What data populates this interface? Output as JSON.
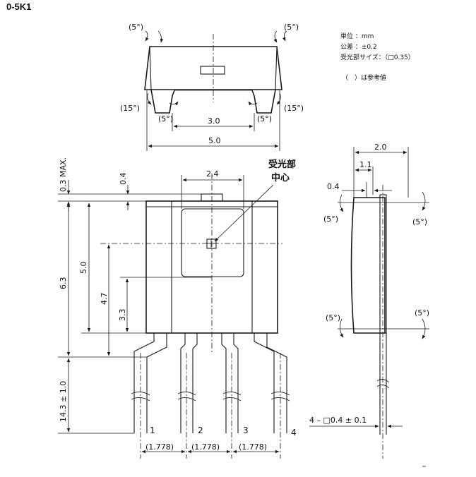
{
  "title": "0-5K1",
  "notes": {
    "unit": "単位 ：mm",
    "tolerance": "公差 ：±0.2",
    "sensor_size": "受光部サイズ：（□0.35）",
    "reference": "（　）は参考値"
  },
  "callout": {
    "line1": "受光部",
    "line2": "中心"
  },
  "top_view": {
    "angle_upper_left": "(5°)",
    "angle_upper_right": "(5°)",
    "angle_lower_left": "(15°)",
    "angle_lower_right": "(15°)",
    "angle_inner_left": "(5°)",
    "angle_inner_right": "(5°)",
    "dim_inner": "3.0",
    "dim_overall": "5.0"
  },
  "front_view": {
    "dim_window_width": "2.4",
    "dim_max": "0.3 MAX.",
    "dim_tab": "0.4",
    "dim_body_height": "6.3",
    "dim_body": "5.0",
    "dim_center_upper": "4.7",
    "dim_center_lower": "3.3",
    "dim_leads": "14.3 ± 1.0",
    "pitch": [
      "(1.778)",
      "(1.778)",
      "(1.778)"
    ],
    "pins": [
      "1",
      "2",
      "3",
      "4"
    ]
  },
  "side_view": {
    "dim_total": "2.0",
    "dim_offset": "1.1",
    "dim_lead": "0.4",
    "angle_tl": "(5°)",
    "angle_tr": "(5°)",
    "angle_bl": "(5°)",
    "angle_br": "(5°)",
    "lead_size": "4 – □0.4 ± 0.1"
  }
}
